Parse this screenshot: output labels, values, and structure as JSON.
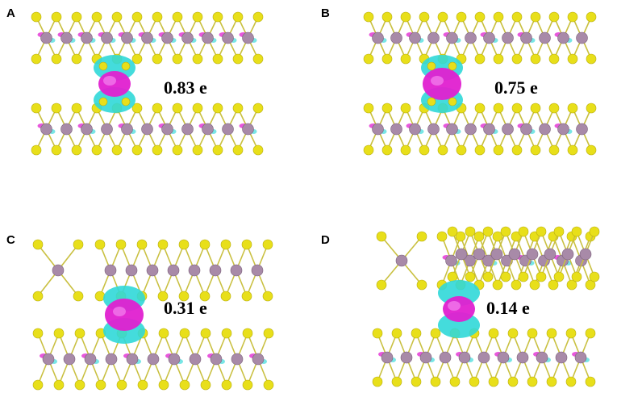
{
  "panels": [
    {
      "letter": "A",
      "charge": "0.83 e"
    },
    {
      "letter": "B",
      "charge": "0.75 e"
    },
    {
      "letter": "C",
      "charge": "0.31 e"
    },
    {
      "letter": "D",
      "charge": "0.14 e"
    }
  ],
  "colors": {
    "sulfur": "#e8df1a",
    "metal": "#a88aa8",
    "charge_accumulation": "#e020d0",
    "charge_depletion": "#30d8d8",
    "bond": "#c9c040"
  }
}
